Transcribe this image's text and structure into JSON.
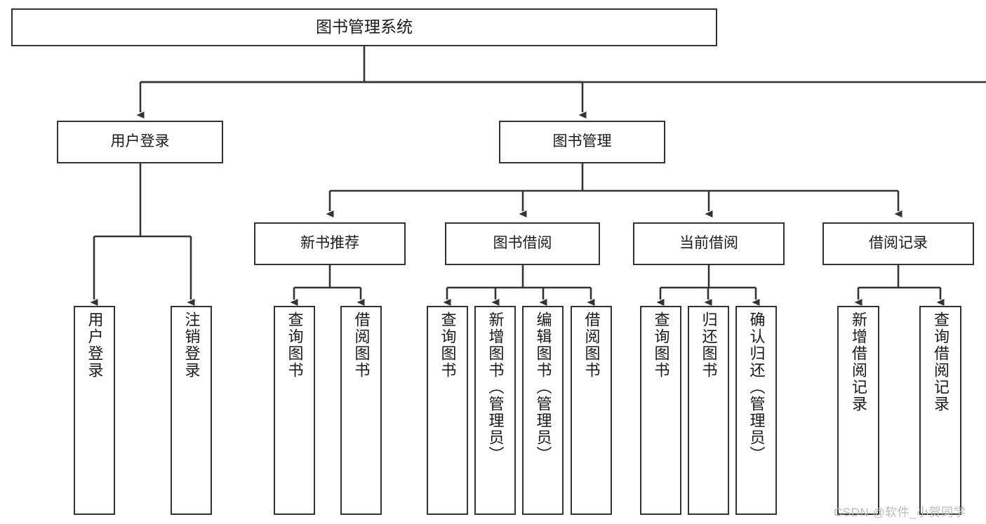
{
  "diagram": {
    "type": "tree-hierarchy-chart",
    "title": "图书管理系统",
    "root": {
      "id": "root",
      "label": "图书管理系统",
      "level": 0
    },
    "level2": [
      {
        "id": "user-login",
        "label": "用户登录"
      },
      {
        "id": "book-management",
        "label": "图书管理"
      }
    ],
    "level3": [
      {
        "id": "new-book-recommend",
        "label": "新书推荐",
        "parent": "book-management"
      },
      {
        "id": "book-borrow",
        "label": "图书借阅",
        "parent": "book-management"
      },
      {
        "id": "current-borrow",
        "label": "当前借阅",
        "parent": "book-management"
      },
      {
        "id": "borrow-record",
        "label": "借阅记录",
        "parent": "book-management"
      }
    ],
    "leaves": {
      "user_login": [
        {
          "id": "leaf-user-login",
          "label": "用户登录"
        },
        {
          "id": "leaf-logout-login",
          "label": "注销登录"
        }
      ],
      "new_book_recommend": [
        {
          "id": "leaf-query-book-1",
          "label": "查询图书"
        },
        {
          "id": "leaf-borrow-book-1",
          "label": "借阅图书"
        }
      ],
      "book_borrow": [
        {
          "id": "leaf-query-book-2",
          "label": "查询图书"
        },
        {
          "id": "leaf-add-book-admin",
          "label": "新增图书（管理员）"
        },
        {
          "id": "leaf-edit-book-admin",
          "label": "编辑图书（管理员）"
        },
        {
          "id": "leaf-borrow-book-2",
          "label": "借阅图书"
        }
      ],
      "current_borrow": [
        {
          "id": "leaf-query-book-3",
          "label": "查询图书"
        },
        {
          "id": "leaf-return-book",
          "label": "归还图书"
        },
        {
          "id": "leaf-confirm-return-admin",
          "label": "确认归还（管理员）"
        }
      ],
      "borrow_record": [
        {
          "id": "leaf-add-borrow-record",
          "label": "新增借阅记录"
        },
        {
          "id": "leaf-query-borrow-record",
          "label": "查询借阅记录"
        }
      ]
    }
  },
  "watermark": {
    "text": "CSDN @软件_小贺同学"
  },
  "colors": {
    "stroke": "#333333",
    "box_fill": "#ffffff",
    "text": "#1a1a1a",
    "watermark": "#b9b9b9",
    "background": "#ffffff"
  }
}
